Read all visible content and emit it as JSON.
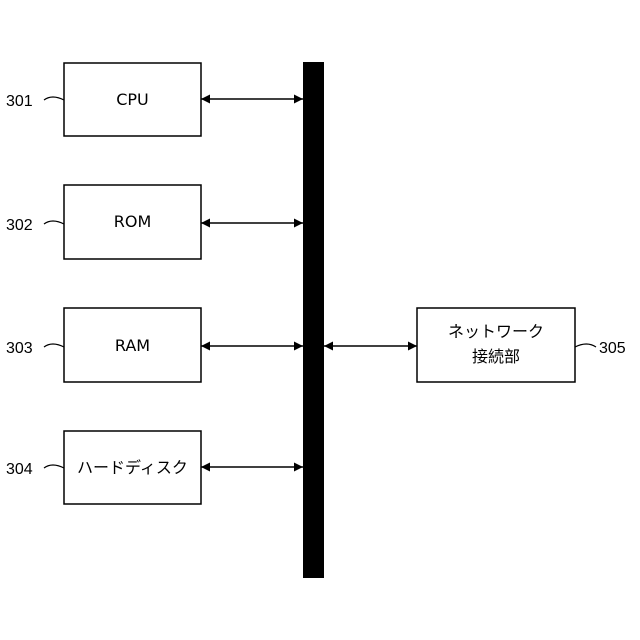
{
  "diagram": {
    "bus_color": "#000000",
    "blocks": [
      {
        "id": "cpu",
        "label": "CPU",
        "ref": "301"
      },
      {
        "id": "rom",
        "label": "ROM",
        "ref": "302"
      },
      {
        "id": "ram",
        "label": "RAM",
        "ref": "303"
      },
      {
        "id": "hdd",
        "label": "ハードディスク",
        "ref": "304"
      }
    ],
    "network": {
      "line1": "ネットワーク",
      "line2": "接続部",
      "ref": "305"
    }
  }
}
